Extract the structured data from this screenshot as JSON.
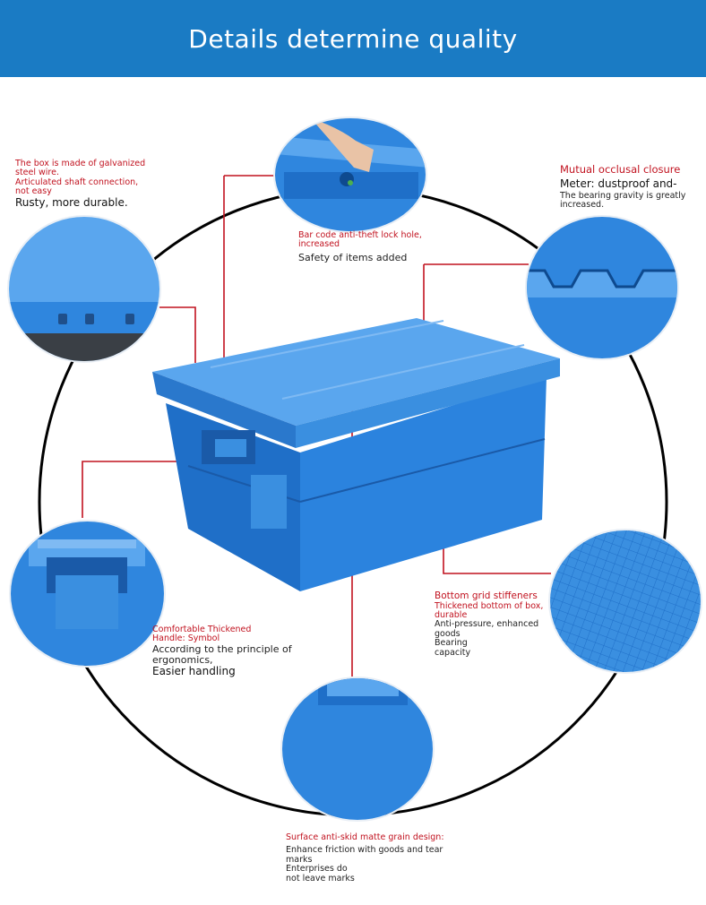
{
  "header": {
    "title": "Details determine quality"
  },
  "captions": {
    "hinge": {
      "line1": "The box is made of galvanized",
      "line2": "steel wire.",
      "line3": "Articulated shaft connection,",
      "line4": "not easy",
      "line5": "Rusty, more durable."
    },
    "lock": {
      "line1": "Bar code anti-theft lock hole,",
      "line2": "increased",
      "line3": "Safety of items added"
    },
    "closure": {
      "line1": "Mutual occlusal closure",
      "line2": "Meter: dustproof and-",
      "line3": "The bearing gravity is greatly",
      "line4": "increased."
    },
    "handle": {
      "line1": "Comfortable Thickened",
      "line2": "Handle: Symbol",
      "line3": "According to the principle of",
      "line4": "ergonomics,",
      "line5": "Easier handling"
    },
    "bottom": {
      "line1": "Bottom grid stiffeners",
      "line2": "Thickened bottom of box,",
      "line3": "durable",
      "line4": "Anti-pressure, enhanced",
      "line5": "goods",
      "line6": "Bearing",
      "line7": "capacity"
    },
    "surface": {
      "line1": "Surface anti-skid matte grain design:",
      "line2": "Enhance friction with goods and tear",
      "line3": "marks",
      "line4": "Enterprises do",
      "line5": "not leave marks"
    }
  },
  "colors": {
    "header": "#1a7bc4",
    "plastic": "#2f86de",
    "plastic_dark": "#1f63b3",
    "plastic_light": "#5aa6ee",
    "callout_line": "#c1121f",
    "caption_red": "#c1121f"
  }
}
